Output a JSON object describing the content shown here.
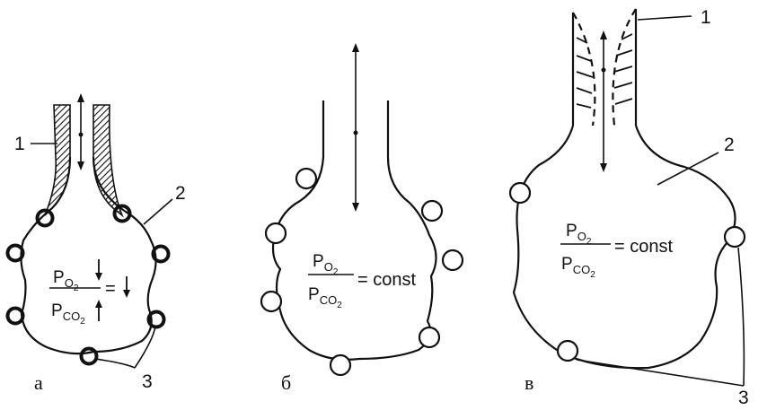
{
  "panel_a": {
    "letter": "а",
    "label_1": "1",
    "label_2": "2",
    "label_3": "3",
    "p_symbol": "P",
    "numerator_sub": "O",
    "numerator_subsub": "2",
    "denominator_sub": "CO",
    "denominator_subsub": "2",
    "equals": "="
  },
  "panel_b": {
    "letter": "б",
    "p_symbol": "P",
    "numerator_sub": "O",
    "numerator_subsub": "2",
    "denominator_sub": "CO",
    "denominator_subsub": "2",
    "equals_const": "= const"
  },
  "panel_c": {
    "letter": "в",
    "label_1": "1",
    "label_2": "2",
    "label_3": "3",
    "p_symbol": "P",
    "numerator_sub": "O",
    "numerator_subsub": "2",
    "denominator_sub": "CO",
    "denominator_subsub": "2",
    "equals_const": "= const"
  }
}
